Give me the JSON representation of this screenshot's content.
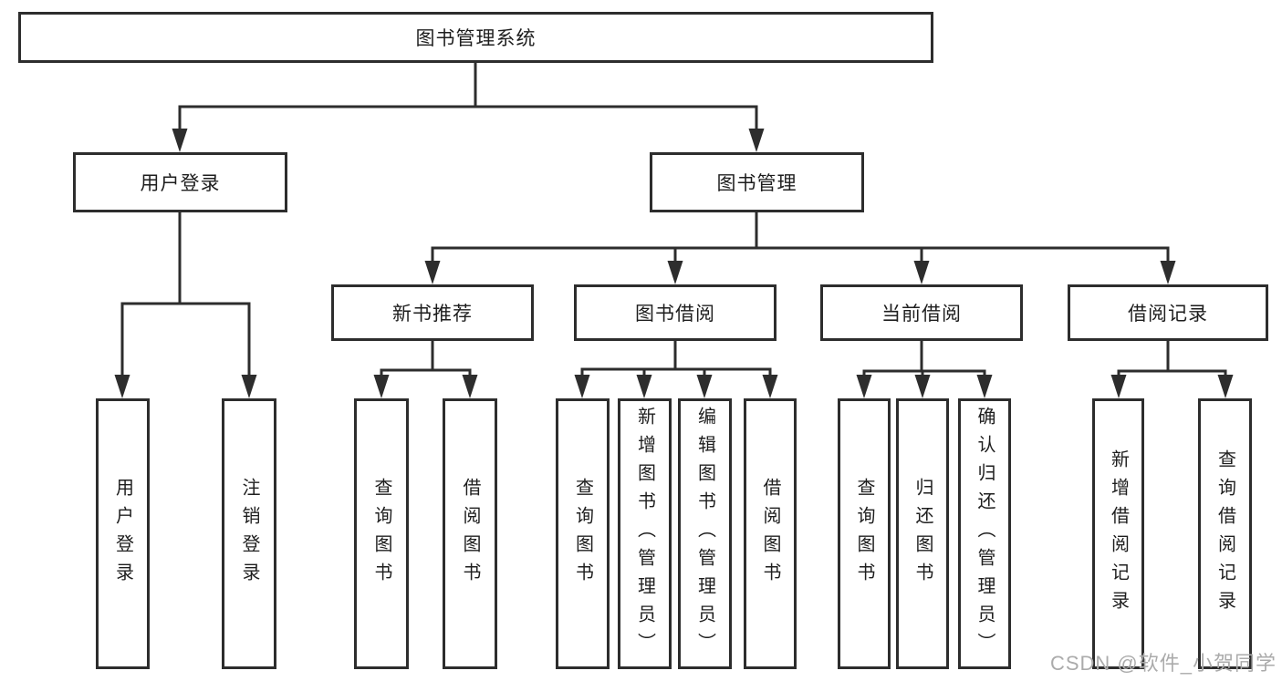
{
  "diagram_title": "图书管理系统",
  "hierarchy": {
    "label": "图书管理系统",
    "children": [
      {
        "label": "用户登录",
        "children": [
          {
            "label": "用户登录"
          },
          {
            "label": "注销登录"
          }
        ]
      },
      {
        "label": "图书管理",
        "children": [
          {
            "label": "新书推荐",
            "children": [
              {
                "label": "查询图书"
              },
              {
                "label": "借阅图书"
              }
            ]
          },
          {
            "label": "图书借阅",
            "children": [
              {
                "label": "查询图书"
              },
              {
                "label": "新增图书（管理员）"
              },
              {
                "label": "编辑图书（管理员）"
              },
              {
                "label": "借阅图书"
              }
            ]
          },
          {
            "label": "当前借阅",
            "children": [
              {
                "label": "查询图书"
              },
              {
                "label": "归还图书"
              },
              {
                "label": "确认归还（管理员）"
              }
            ]
          },
          {
            "label": "借阅记录",
            "children": [
              {
                "label": "新增借阅记录"
              },
              {
                "label": "查询借阅记录"
              }
            ]
          }
        ]
      }
    ]
  },
  "watermark": {
    "text": "CSDN @软件_小贺同学"
  },
  "colors": {
    "line": "#2d2d2d",
    "box_border": "#2d2d2d",
    "text": "#1e1e1e",
    "watermark": "#ababab",
    "background": "#ffffff"
  }
}
